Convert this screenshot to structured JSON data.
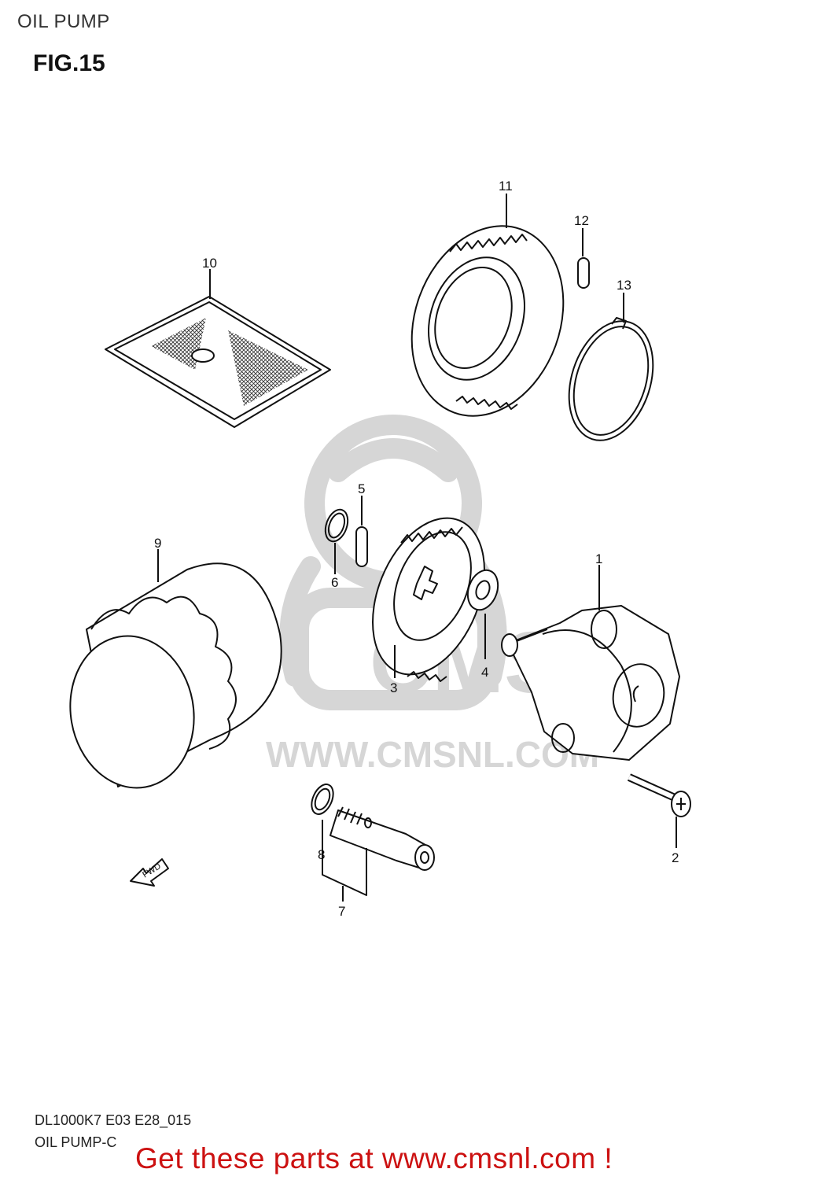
{
  "header": {
    "section_title": "OIL PUMP",
    "figure_label": "FIG.15"
  },
  "watermark": {
    "brand": "CMS",
    "url_text": "WWW.CMSNL.COM"
  },
  "callouts": [
    "1",
    "2",
    "3",
    "4",
    "5",
    "6",
    "7",
    "8",
    "9",
    "10",
    "11",
    "12",
    "13"
  ],
  "fwd_label": "FWD",
  "footer": {
    "line1": "DL1000K7 E03 E28_015",
    "line2": "OIL PUMP-C",
    "promo": "Get these parts at www.cmsnl.com !"
  },
  "colors": {
    "promo": "#cc1111",
    "watermark": "#d6d6d6"
  }
}
